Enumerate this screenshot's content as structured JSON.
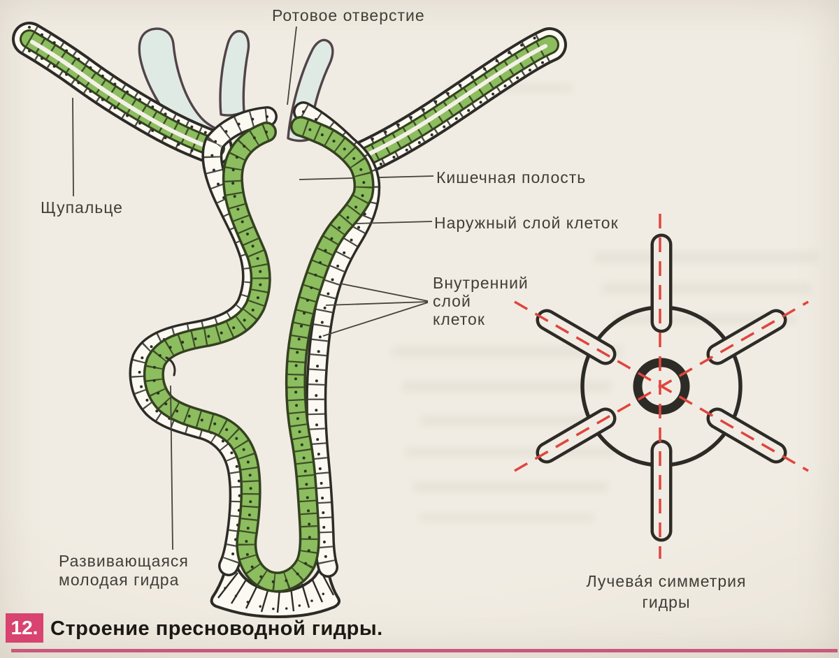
{
  "figure": {
    "number": "12.",
    "caption": "Строение пресноводной гидры."
  },
  "labels": {
    "mouth": "Ротовое отверстие",
    "tentacle": "Щупальце",
    "gut_cavity": "Кишечная полость",
    "outer_layer": "Наружный слой клеток",
    "inner_layer": {
      "l1": "Внутренний",
      "l2": "слой",
      "l3": "клеток"
    },
    "bud": {
      "l1": "Развивающаяся",
      "l2": "молодая гидра"
    },
    "symmetry": {
      "l1": "Лучева́я симметрия",
      "l2": "гидры"
    }
  },
  "colors": {
    "paper": "#f1ece3",
    "paperEdge": "#e5dfd2",
    "ink": "#2d2b26",
    "cellWhite": "#fbf9f2",
    "green": "#8cbd5f",
    "greenDark": "#344120",
    "greenDot": "#273619",
    "cavity": "#f4f0e7",
    "tentaclePale": "#e0eae4",
    "tentacleEdge": "#514449",
    "label": "#403e38",
    "leader": "#45423c",
    "pink": "#d8436f",
    "pinkRule": "#c9587e",
    "red": "#df453e",
    "captionInk": "#1b1914"
  }
}
